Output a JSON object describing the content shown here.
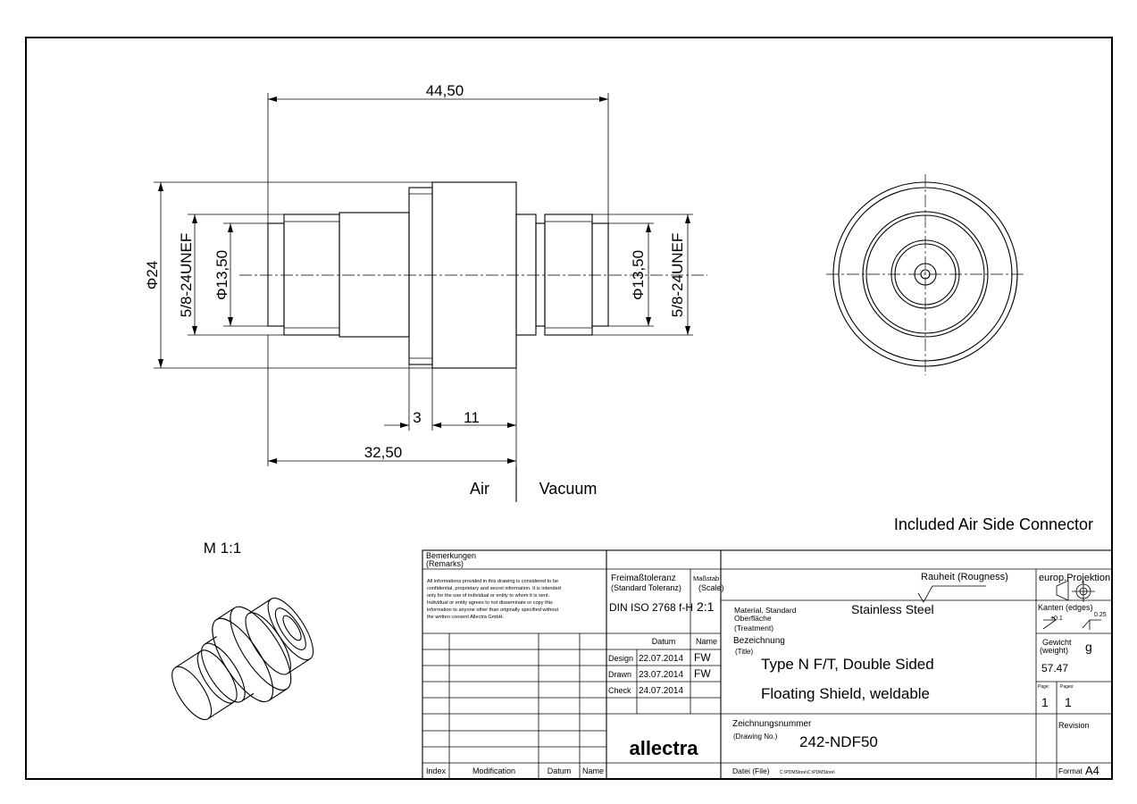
{
  "drawing": {
    "dimensions": {
      "overall_length": "44,50",
      "outer_diameter": "Φ24",
      "thread_left": "5/8-24UNEF",
      "bore_left": "Φ13,50",
      "bore_right": "Φ13,50",
      "thread_right": "5/8-24UNEF",
      "flange_thickness": "3",
      "vacuum_length": "11",
      "air_length": "32,50"
    },
    "side_labels": {
      "air": "Air",
      "vacuum": "Vacuum"
    },
    "note": "Included Air Side Connector",
    "iso_scale": "M 1:1"
  },
  "title_block": {
    "remarks_title": "Bemerkungen",
    "remarks_sub": "(Remarks)",
    "remarks_text": [
      "All informations provided in this drawing is considered to be",
      "confidential, proprietary and secret information. It is intended",
      "only for the use of individual or entity to whom it is sent.",
      "Individual or entity agrees to not disseminate or copy this",
      "information to anyone other than originally specified without",
      "the written consent Allectra GmbH."
    ],
    "tolerance_title": "Freimaßtoleranz",
    "tolerance_sub": "(Standard Toleranz)",
    "tolerance_value": "DIN ISO 2768 f-H",
    "scale_title": "Maßstab",
    "scale_sub": "(Scale)",
    "scale_value": "2:1",
    "roughness": "Rauheit (Rougness)",
    "projection": "europ.Projektion",
    "edges": "Kanten (edges)",
    "edge_tol_1": "+0.1",
    "edge_tol_2": "0.25",
    "material_l1": "Material, Standard",
    "material_l2": "Oberfläche",
    "material_l3": "(Treatment)",
    "material_value": "Stainless Steel",
    "datum_header": "Datum",
    "name_header": "Name",
    "rows": [
      {
        "label": "Design",
        "date": "22.07.2014",
        "name": "FW"
      },
      {
        "label": "Drawn",
        "date": "23.07.2014",
        "name": "FW"
      },
      {
        "label": "Check",
        "date": "24.07.2014",
        "name": ""
      }
    ],
    "title_label": "Bezeichnung",
    "title_sub": "(Title)",
    "title_line1": "Type N  F/T, Double Sided",
    "title_line2": "Floating Shield, weldable",
    "weight_label": "Gewicht",
    "weight_sub": "(weight)",
    "weight_unit": "g",
    "weight_value": "57.47",
    "page_label": "Page:",
    "page_value": "1",
    "pages_label": "Pages:",
    "pages_value": "1",
    "drawing_no_label": "Zeichnungsnummer",
    "drawing_no_sub": "(Drawing No.)",
    "drawing_no": "242-NDF50",
    "revision_label": "Revision",
    "logo": "allectra",
    "file_label": "Datei (File)",
    "file_path": "C:\\PDMStore\\C:\\PDMStore\\",
    "format_label": "Format",
    "format_value": "A4",
    "rev_headers": {
      "index": "Index",
      "modification": "Modification",
      "datum": "Datum",
      "name": "Name"
    }
  }
}
